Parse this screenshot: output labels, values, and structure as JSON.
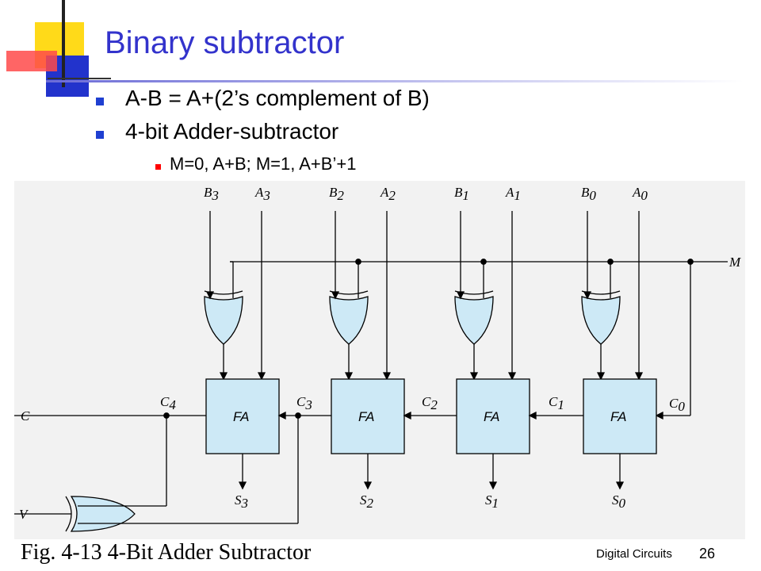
{
  "slide": {
    "title": "Binary subtractor",
    "bullets": [
      {
        "text": "A-B = A+(2’s complement of B)"
      },
      {
        "text": "4-bit Adder-subtractor"
      },
      {
        "text": "M=0, A+B; M=1, A+B’+1"
      }
    ],
    "footer": "Digital Circuits",
    "page_number": "26"
  },
  "figure": {
    "caption": "Fig. 4-13  4-Bit Adder Subtractor",
    "mode_label": "M",
    "carry_out_label": "C",
    "overflow_label": "V",
    "block_label": "FA",
    "stages": [
      {
        "b": "B",
        "b_sub": "3",
        "a": "A",
        "a_sub": "3",
        "s": "S",
        "s_sub": "3",
        "cout": "C",
        "cout_sub": "4"
      },
      {
        "b": "B",
        "b_sub": "2",
        "a": "A",
        "a_sub": "2",
        "s": "S",
        "s_sub": "2",
        "cout": "C",
        "cout_sub": "3"
      },
      {
        "b": "B",
        "b_sub": "1",
        "a": "A",
        "a_sub": "1",
        "s": "S",
        "s_sub": "1",
        "cout": "C",
        "cout_sub": "2"
      },
      {
        "b": "B",
        "b_sub": "0",
        "a": "A",
        "a_sub": "0",
        "s": "S",
        "s_sub": "0",
        "cout": "C",
        "cout_sub": "1"
      }
    ],
    "carry_in": {
      "text": "C",
      "sub": "0"
    },
    "colors": {
      "block_fill": "#cde9f6",
      "gate_fill": "#cde9f6",
      "title": "#3333cc"
    }
  }
}
